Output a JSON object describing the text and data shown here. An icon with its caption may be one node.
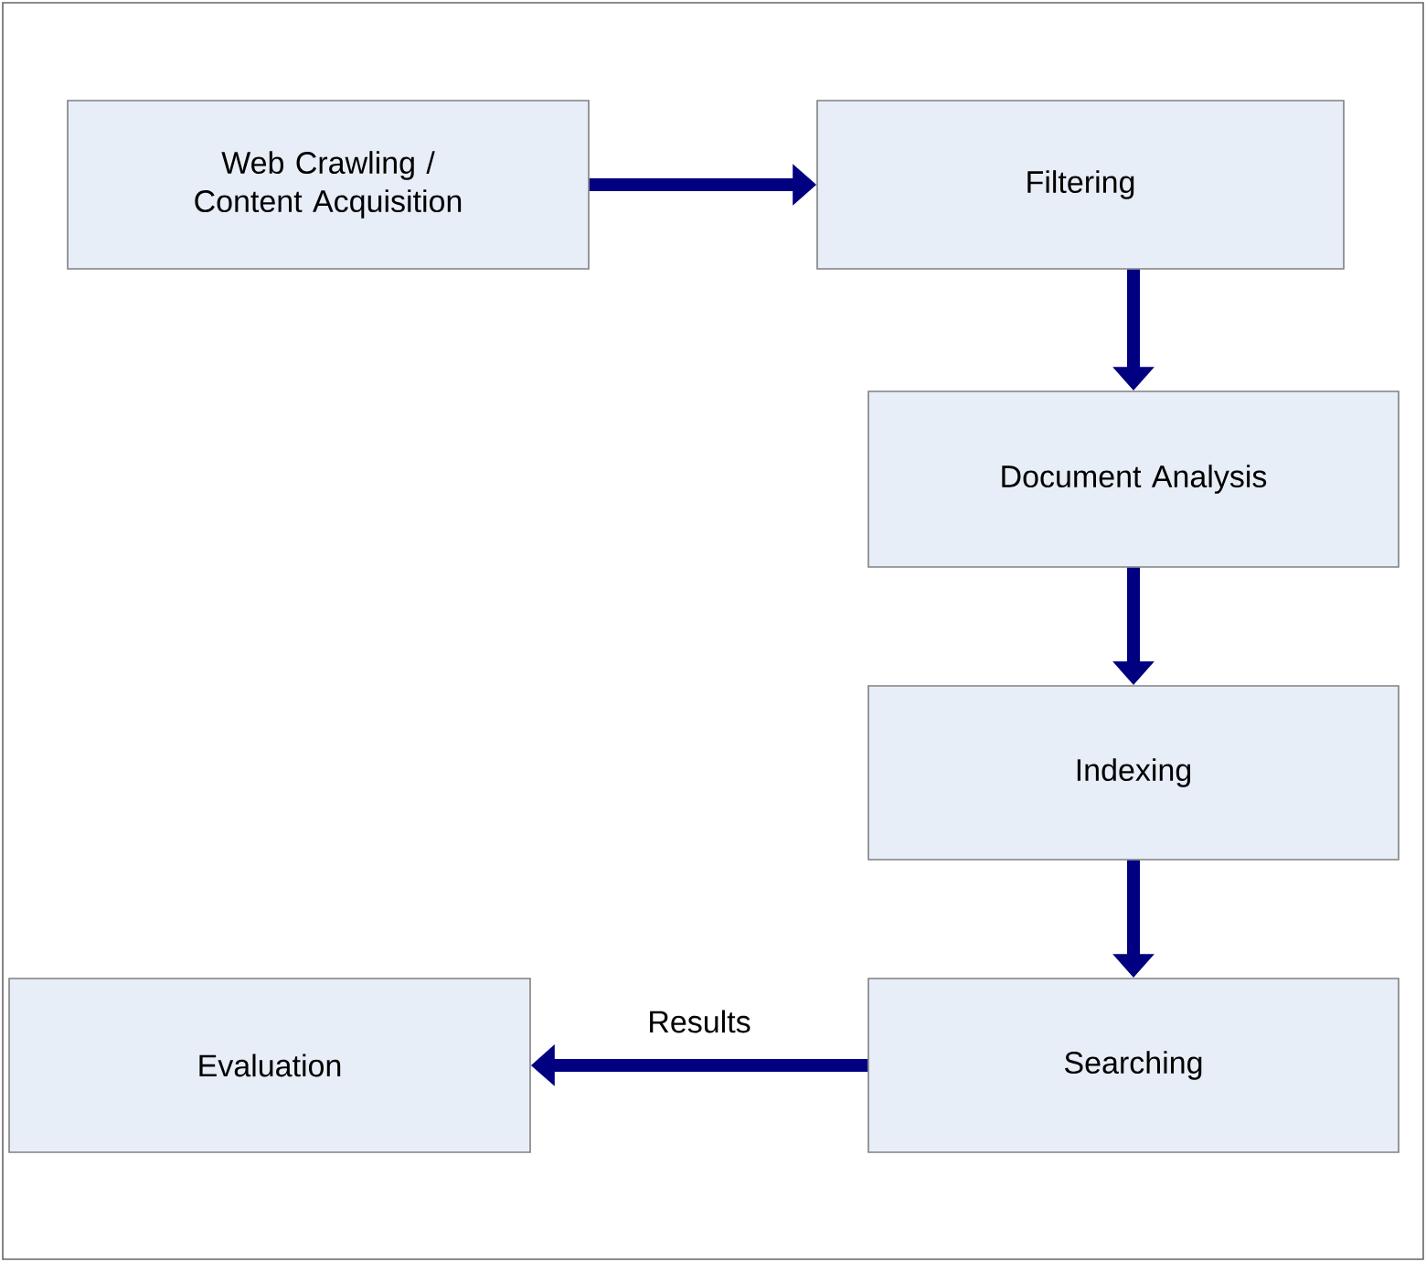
{
  "diagram": {
    "nodes": [
      {
        "text": [
          "Web Crawling / Content Acquisition"
        ]
      },
      {
        "text": [
          "Filtering"
        ]
      },
      {
        "text": [
          "Document Analysis"
        ]
      },
      {
        "text": [
          "Indexing"
        ]
      },
      {
        "text": [
          "Searching"
        ]
      },
      {
        "text": [
          "Evaluation"
        ]
      }
    ],
    "edges": [
      {
        "from": 0,
        "to": 1,
        "arrow": "to"
      },
      {
        "from": 1,
        "to": 2,
        "arrow": "to"
      },
      {
        "from": 2,
        "to": 3,
        "arrow": "to"
      },
      {
        "from": 3,
        "to": 4,
        "arrow": "to"
      },
      {
        "from": 4,
        "to": 5,
        "arrow": "to",
        "label": "Results"
      }
    ]
  }
}
